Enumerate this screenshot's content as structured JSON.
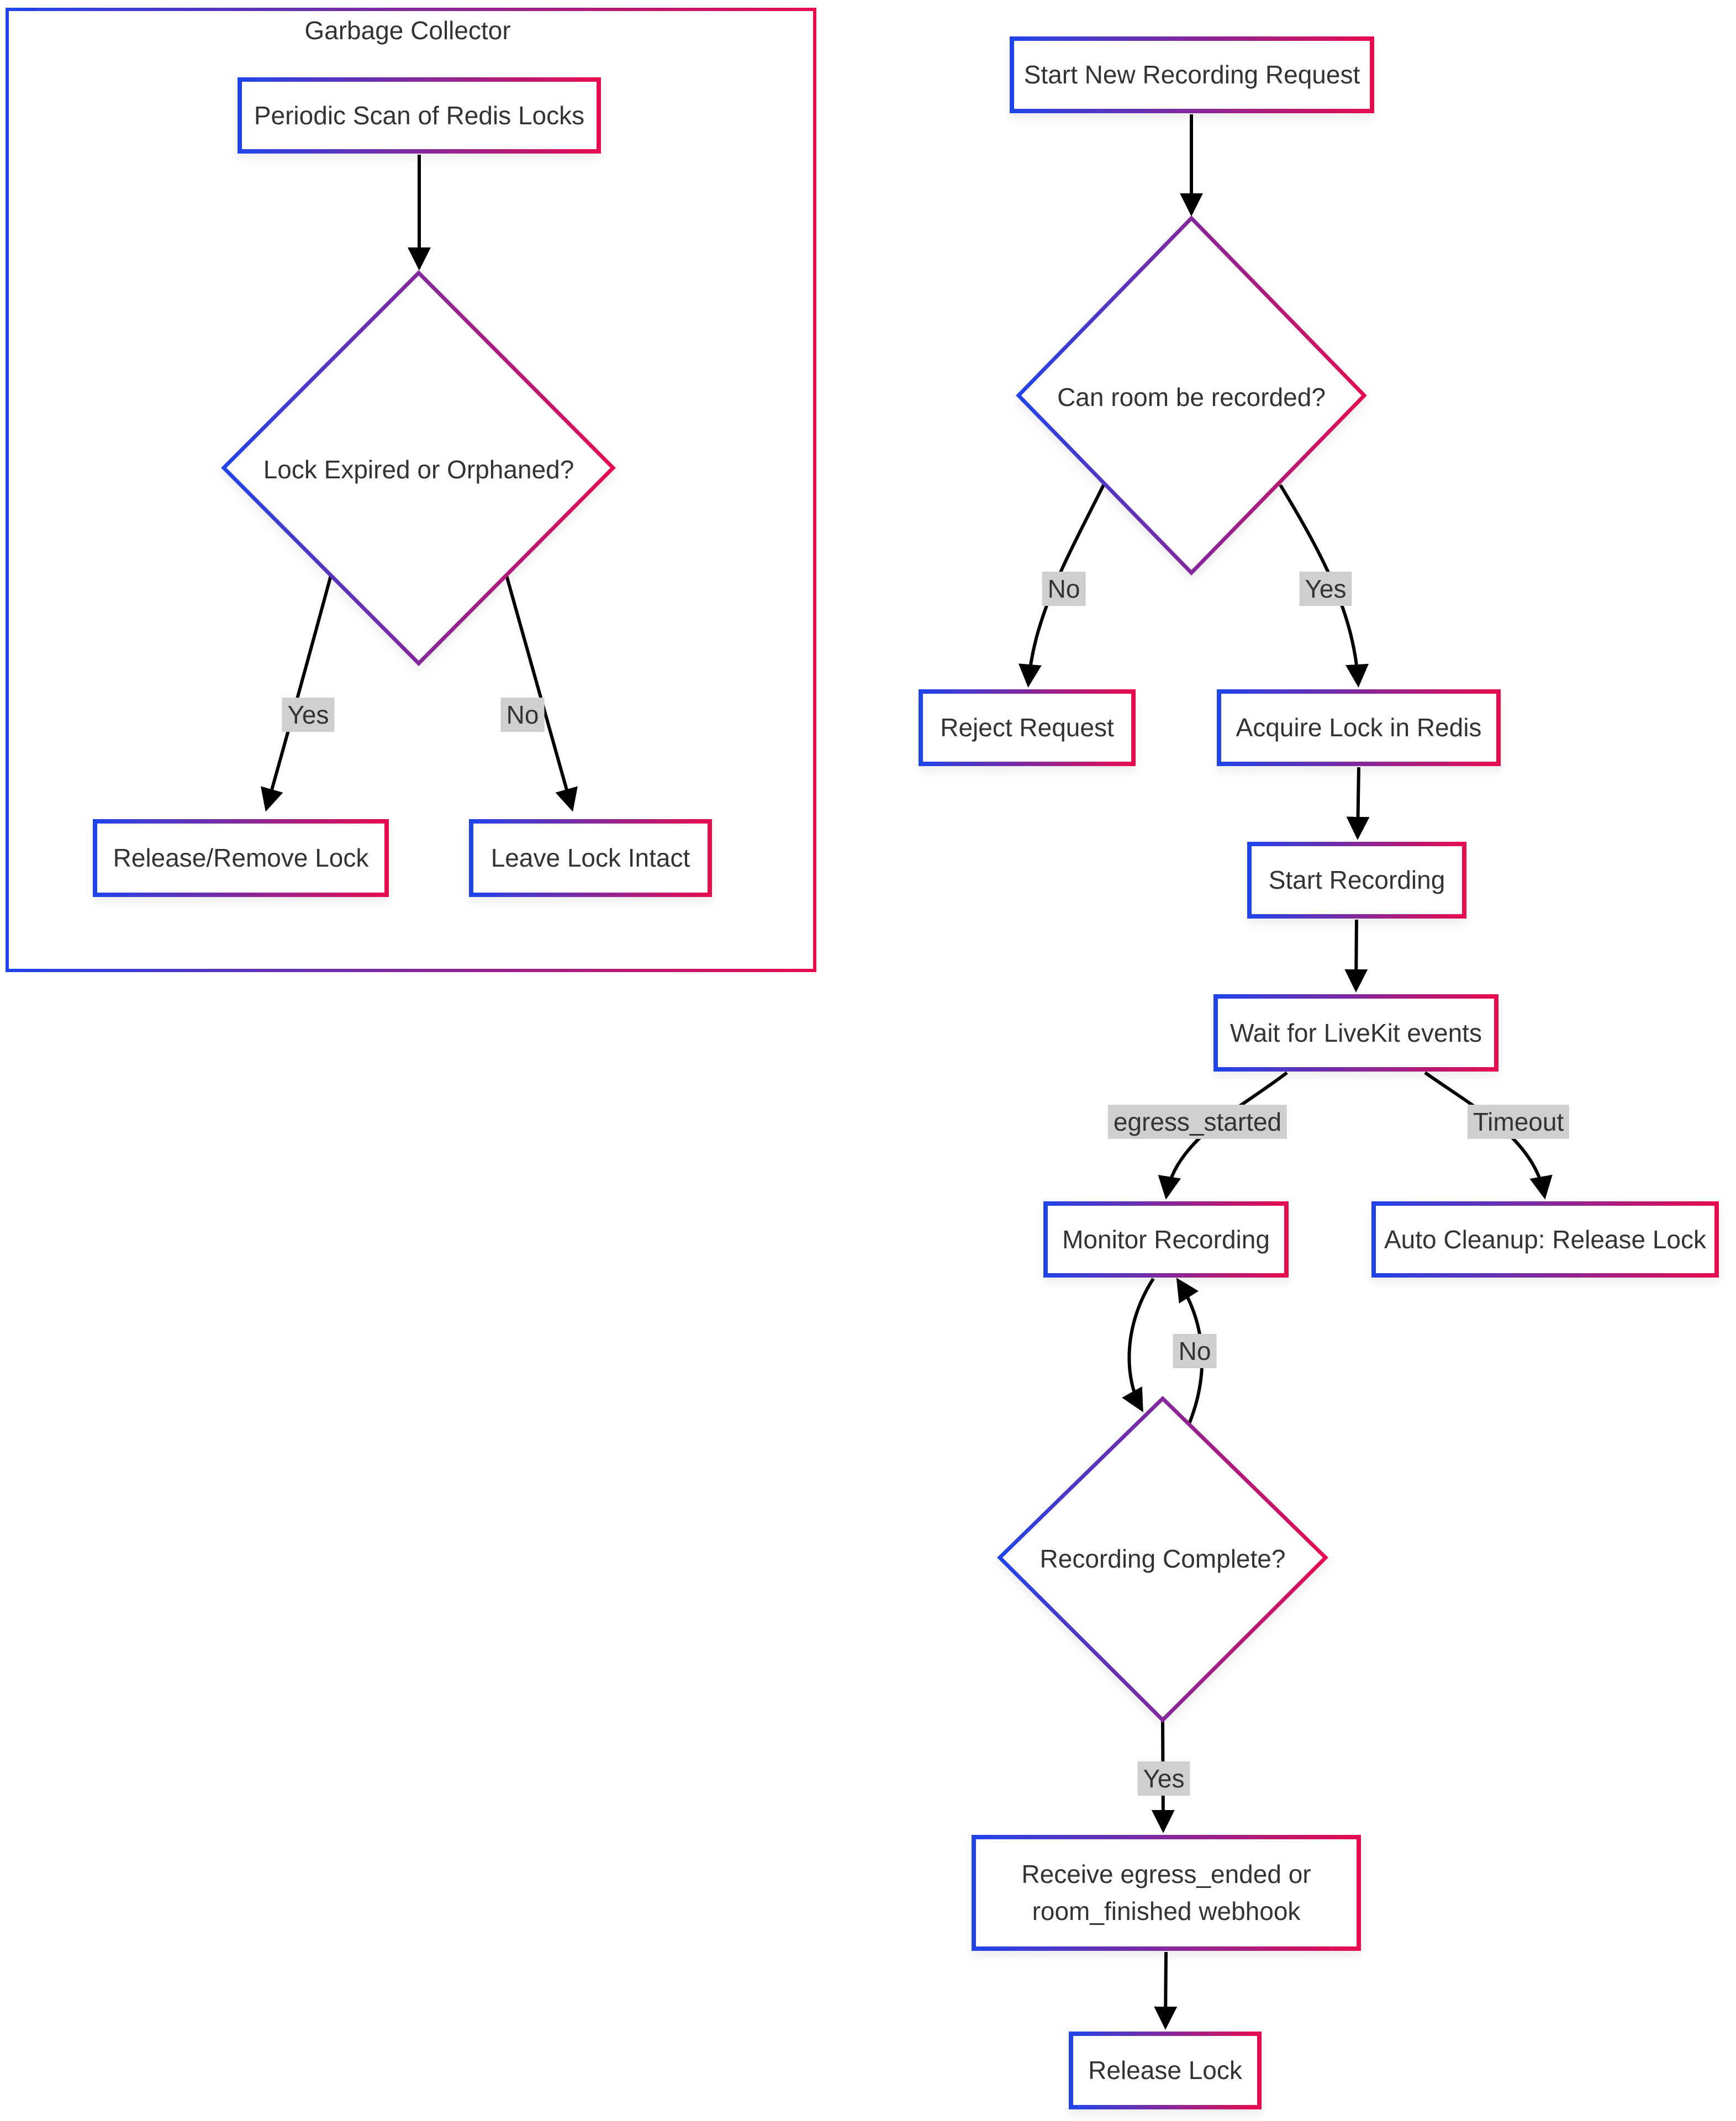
{
  "subgraph": {
    "title": "Garbage Collector"
  },
  "nodes": {
    "periodic_scan": {
      "label": "Periodic Scan of Redis Locks"
    },
    "lock_expired": {
      "label": "Lock Expired or Orphaned?"
    },
    "release_remove": {
      "label": "Release/Remove Lock"
    },
    "leave_intact": {
      "label": "Leave Lock Intact"
    },
    "start_request": {
      "label": "Start New Recording Request"
    },
    "can_record": {
      "label": "Can room be recorded?"
    },
    "reject": {
      "label": "Reject Request"
    },
    "acquire_lock": {
      "label": "Acquire Lock in Redis"
    },
    "start_recording": {
      "label": "Start Recording"
    },
    "wait_events": {
      "label": "Wait for LiveKit events"
    },
    "monitor": {
      "label": "Monitor Recording"
    },
    "auto_cleanup": {
      "label": "Auto Cleanup: Release Lock"
    },
    "recording_complete": {
      "label": "Recording Complete?"
    },
    "receive_webhook": {
      "label": "Receive egress_ended or\nroom_finished webhook"
    },
    "release_lock": {
      "label": "Release Lock"
    }
  },
  "edge_labels": {
    "gc_yes": "Yes",
    "gc_no": "No",
    "record_no": "No",
    "record_yes": "Yes",
    "egress_started": "egress_started",
    "timeout": "Timeout",
    "complete_no": "No",
    "complete_yes": "Yes"
  },
  "colors": {
    "gradient_start": "#2144e9",
    "gradient_end": "#e60c50",
    "edge_line": "#000000",
    "edge_label_bg": "#cfcfcf",
    "node_text": "#333333"
  }
}
